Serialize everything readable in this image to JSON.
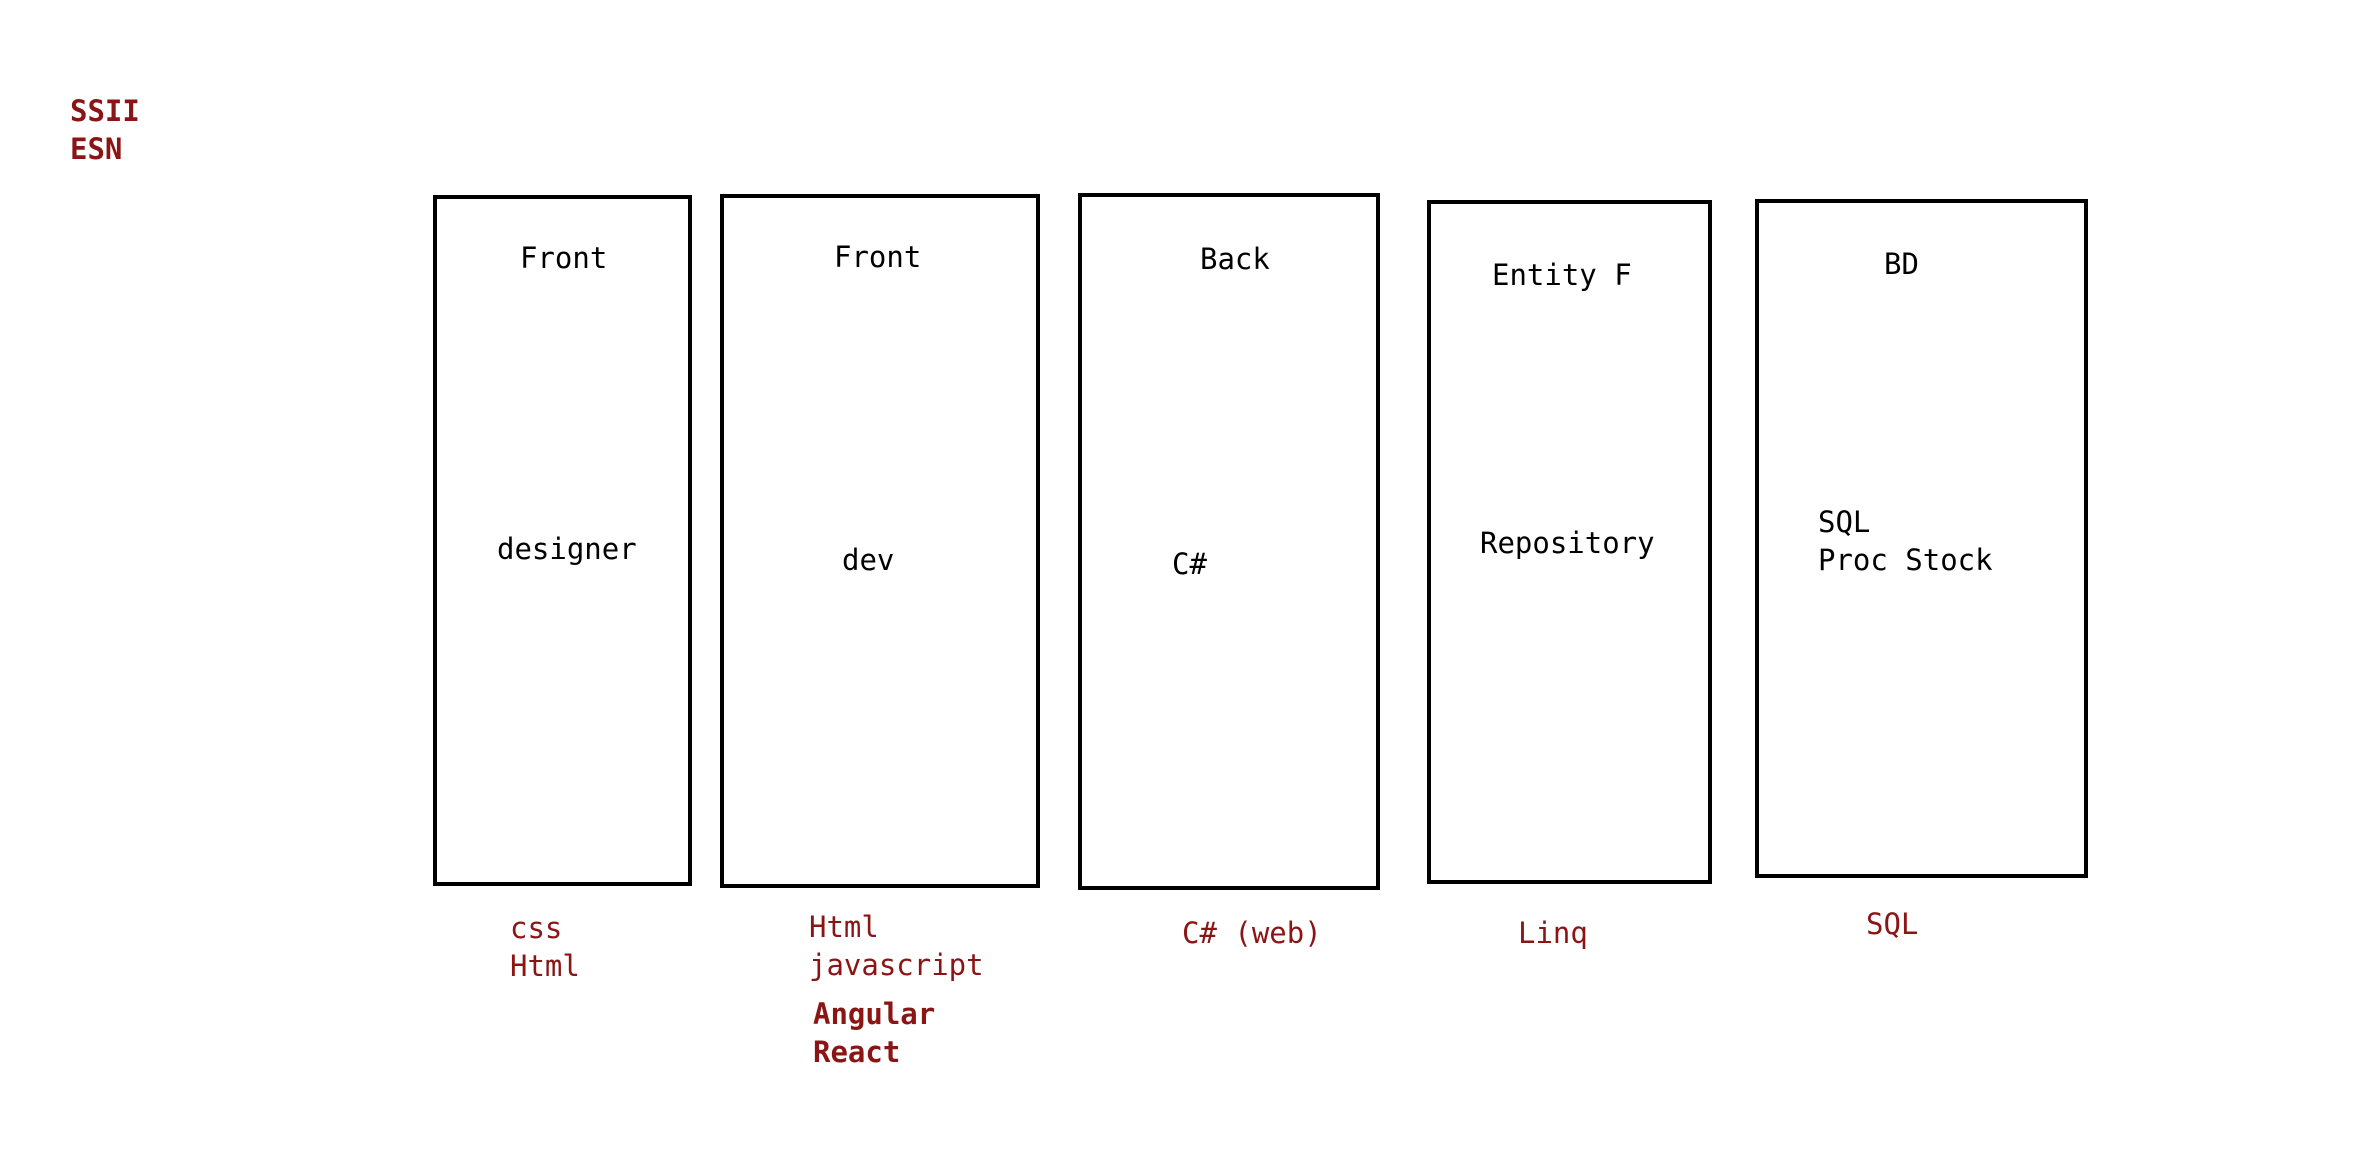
{
  "header_note": [
    "SSII",
    "ESN"
  ],
  "boxes": [
    {
      "title": "Front",
      "body": [
        "designer"
      ],
      "caption": [
        "css",
        "Html"
      ],
      "caption_bold": []
    },
    {
      "title": "Front",
      "body": [
        "dev"
      ],
      "caption": [
        "Html",
        "javascript"
      ],
      "caption_bold": [
        "Angular",
        "React"
      ]
    },
    {
      "title": "Back",
      "body": [
        "C#"
      ],
      "caption": [
        "C# (web)"
      ],
      "caption_bold": []
    },
    {
      "title": "Entity F",
      "body": [
        "Repository"
      ],
      "caption": [
        "Linq"
      ],
      "caption_bold": []
    },
    {
      "title": "BD",
      "body": [
        "SQL",
        "Proc Stock"
      ],
      "caption": [
        "SQL"
      ],
      "caption_bold": []
    }
  ],
  "colors": {
    "annotation": "#8b1515",
    "box_border": "#000000",
    "label": "#000000"
  }
}
